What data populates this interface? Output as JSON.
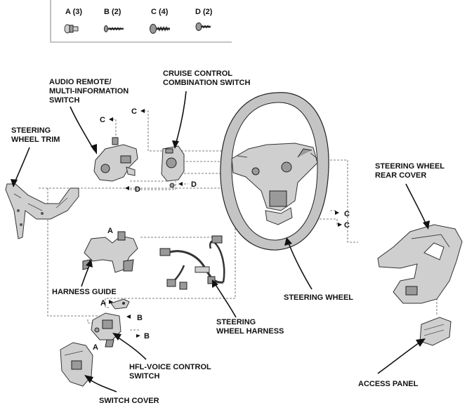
{
  "fasteners": [
    {
      "label": "A (3)",
      "icon": "bolt-with-washer-icon"
    },
    {
      "label": "B (2)",
      "icon": "small-screw-icon"
    },
    {
      "label": "C (4)",
      "icon": "flange-screw-icon"
    },
    {
      "label": "D (2)",
      "icon": "tapping-screw-icon"
    }
  ],
  "parts": {
    "audio_remote": [
      "AUDIO REMOTE/",
      "MULTI-INFORMATION",
      "SWITCH"
    ],
    "cruise_control": [
      "CRUISE CONTROL",
      "COMBINATION SWITCH"
    ],
    "steering_wheel_trim": [
      "STEERING",
      "WHEEL TRIM"
    ],
    "rear_cover": [
      "STEERING WHEEL",
      "REAR COVER"
    ],
    "harness_guide": "HARNESS GUIDE",
    "steering_wheel": "STEERING WHEEL",
    "wheel_harness": [
      "STEERING",
      "WHEEL HARNESS"
    ],
    "hfl_voice": [
      "HFL-VOICE CONTROL",
      "SWITCH"
    ],
    "switch_cover": "SWITCH COVER",
    "access_panel": "ACCESS PANEL"
  },
  "callouts": {
    "c": "C",
    "d": "D",
    "a": "A",
    "b": "B"
  }
}
